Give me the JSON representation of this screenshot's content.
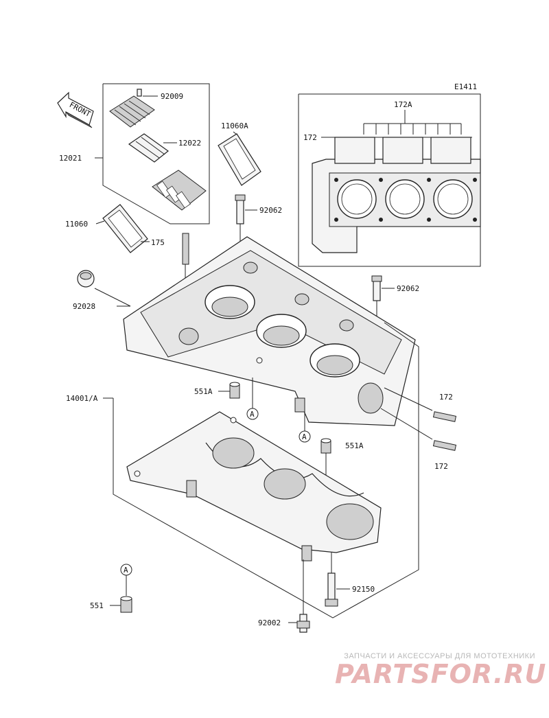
{
  "diagram_code": "E1411",
  "front_arrow": "FRONT",
  "labels": {
    "p92009": "92009",
    "p12022": "12022",
    "p12021": "12021",
    "p11060A": "11060A",
    "p11060": "11060",
    "p175": "175",
    "p92062_top": "92062",
    "p92062_mid": "92062",
    "p92028": "92028",
    "p172A": "172A",
    "p172_box": "172",
    "p14001A": "14001/A",
    "p551A_left": "551A",
    "p551A_right": "551A",
    "p172_stud1": "172",
    "p172_stud2": "172",
    "p92150": "92150",
    "p92002": "92002",
    "p551": "551"
  },
  "ref_marker": "A",
  "watermark": {
    "subtitle": "ЗАПЧАСТИ И АКСЕССУАРЫ ДЛЯ МОТОТЕХНИКИ",
    "logo": "PARTSFOR.RU"
  }
}
